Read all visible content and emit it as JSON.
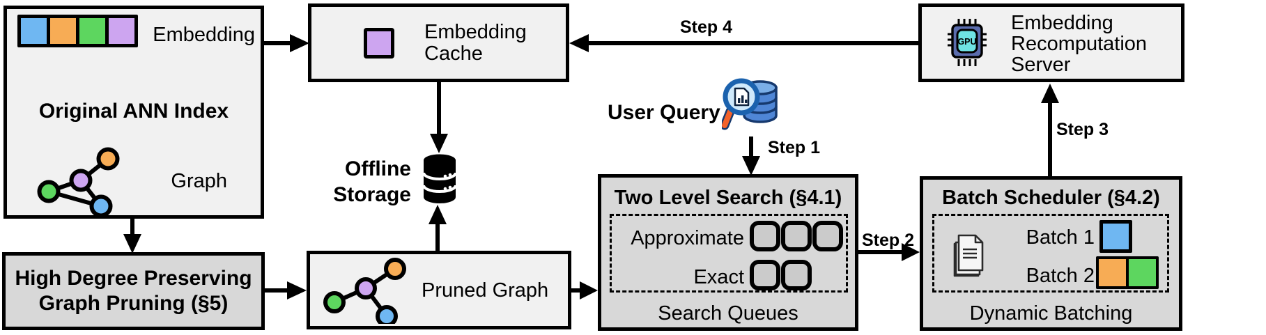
{
  "boxes": {
    "original_ann_index": {
      "title": "Original ANN Index",
      "embedding_label": "Embedding",
      "graph_label": "Graph"
    },
    "high_degree_pruning": {
      "line1": "High Degree Preserving",
      "line2": "Graph Pruning (§5)"
    },
    "embedding_cache": {
      "line1": "Embedding",
      "line2": "Cache"
    },
    "offline_storage": {
      "line1": "Offline",
      "line2": "Storage"
    },
    "pruned_graph": {
      "label": "Pruned Graph"
    },
    "user_query": {
      "label": "User Query"
    },
    "two_level_search": {
      "title": "Two Level Search (§4.1)",
      "approximate_label": "Approximate",
      "exact_label": "Exact",
      "approximate_queue_count": 3,
      "exact_queue_count": 2,
      "footer": "Search Queues"
    },
    "batch_scheduler": {
      "title": "Batch Scheduler (§4.2)",
      "batch1_label": "Batch 1",
      "batch2_label": "Batch 2",
      "footer": "Dynamic Batching"
    },
    "recomputation_server": {
      "line1": "Embedding",
      "line2": "Recomputation",
      "line3": "Server",
      "gpu_label": "GPU"
    }
  },
  "steps": {
    "step1": "Step 1",
    "step2": "Step 2",
    "step3": "Step 3",
    "step4": "Step 4"
  },
  "colors": {
    "node_blue": "#6FB7F2",
    "node_orange": "#F7AC55",
    "node_green": "#5DD65F",
    "node_purple": "#CDA5F0",
    "light_box_bg": "#F1F1F1",
    "dark_box_bg": "#D8D8D8",
    "queue_fill": "#CBCBCB",
    "gpu_chip": "#5B6DAE",
    "gpu_core": "#6FE3E3",
    "query_db_blue": "#4F86D6",
    "query_db_top": "#7AAEE8",
    "magnifier_handle": "#F4622A",
    "outline": "#000000"
  }
}
